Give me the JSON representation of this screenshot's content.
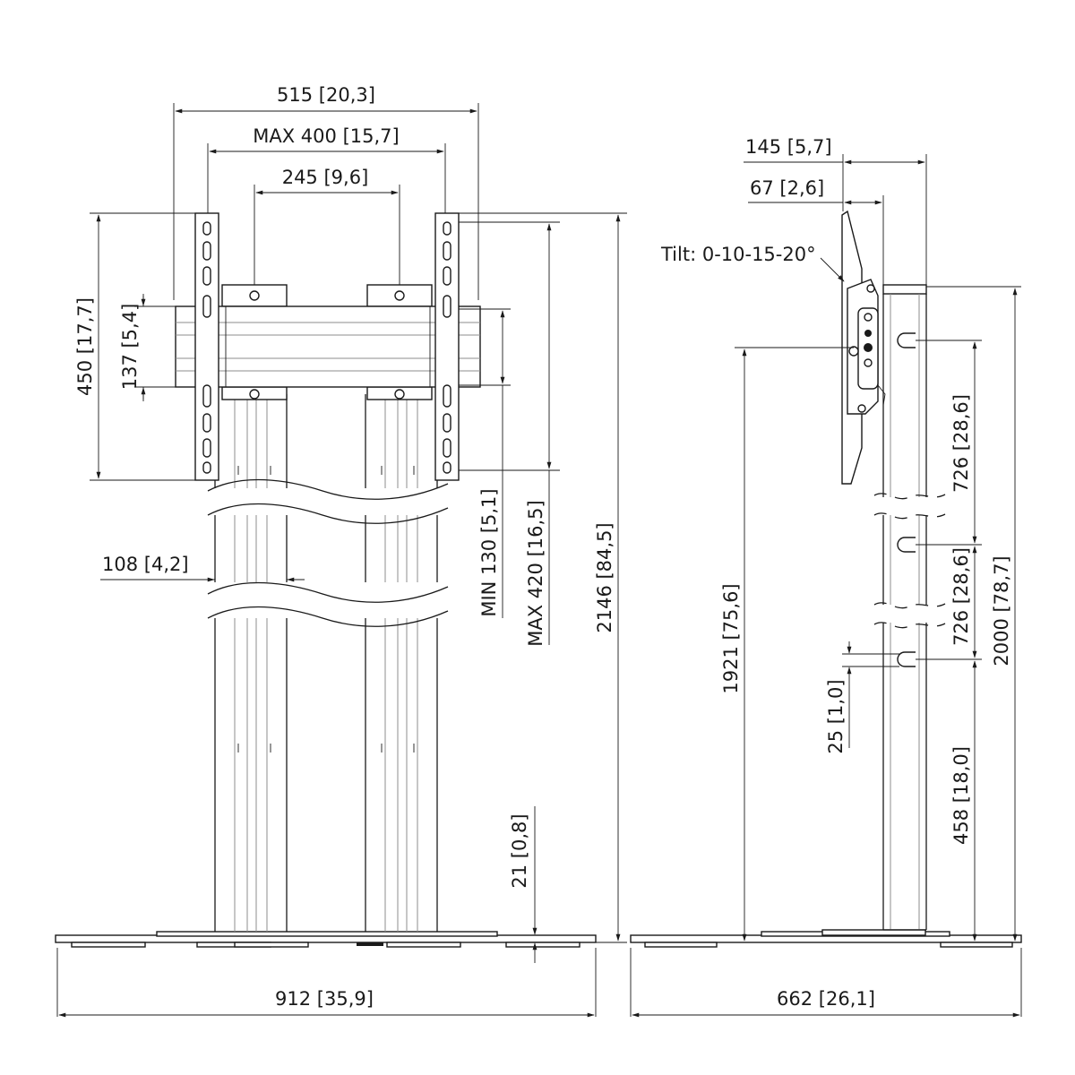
{
  "front_view": {
    "overall_width": "515",
    "overall_width_in": "20,3",
    "vesa_max_width": "MAX 400",
    "vesa_max_width_in": "15,7",
    "rail_spacing": "245",
    "rail_spacing_in": "9,6",
    "bracket_height": "450",
    "bracket_height_in": "17,7",
    "crossbar_height": "137",
    "crossbar_height_in": "5,4",
    "column_width": "108",
    "column_width_in": "4,2",
    "vesa_min_height": "MIN 130",
    "vesa_min_height_in": "5,1",
    "vesa_max_height": "MAX 420",
    "vesa_max_height_in": "16,5",
    "total_height": "2146",
    "total_height_in": "84,5",
    "base_clearance": "21",
    "base_clearance_in": "0,8",
    "base_width": "912",
    "base_width_in": "35,9"
  },
  "side_view": {
    "depth_outer": "145",
    "depth_outer_in": "5,7",
    "depth_inner": "67",
    "depth_inner_in": "2,6",
    "tilt_label": "Tilt: 0-10-15-20°",
    "center_height": "1921",
    "center_height_in": "75,6",
    "column_height": "2000",
    "column_height_in": "78,7",
    "step_upper": "726",
    "step_upper_in": "28,6",
    "step_middle": "726",
    "step_middle_in": "28,6",
    "step_lower": "458",
    "step_lower_in": "18,0",
    "hole_pitch": "25",
    "hole_pitch_in": "1,0",
    "base_depth": "662",
    "base_depth_in": "26,1"
  }
}
